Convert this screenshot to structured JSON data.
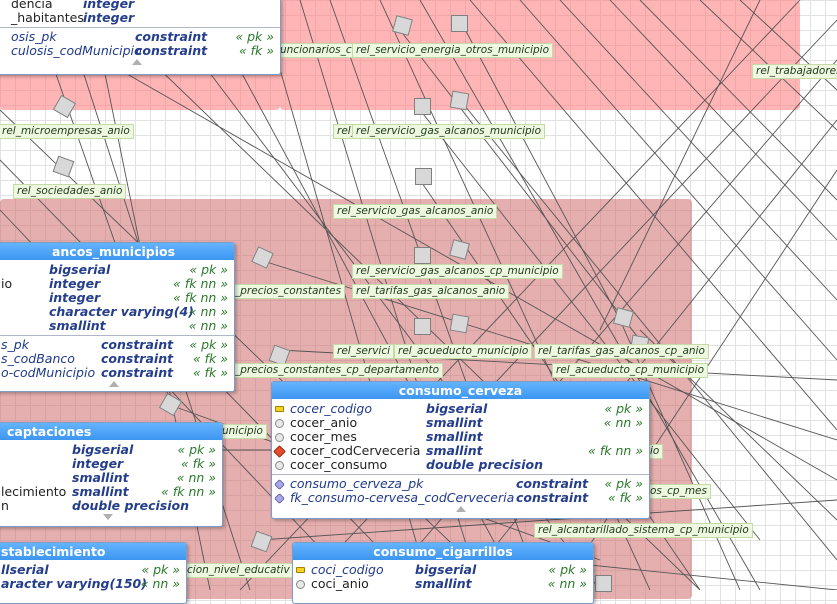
{
  "tables": {
    "t_top": {
      "rows": [
        {
          "name": "dencia",
          "type": "integer",
          "cons": "",
          "icon": "none"
        },
        {
          "name": "_habitantes",
          "type": "integer",
          "cons": "",
          "icon": "none"
        }
      ],
      "cons_rows": [
        {
          "name": "osis_pk",
          "type": "constraint",
          "cons": "« pk »"
        },
        {
          "name": "culosis_codMunicipio",
          "type": "constraint",
          "cons": "« fk »"
        }
      ]
    },
    "bancos_municipios": {
      "title": "ancos_municipios",
      "rows": [
        {
          "name": "",
          "type": "bigserial",
          "cons": "« pk »"
        },
        {
          "name": "io",
          "type": "integer",
          "cons": "« fk nn »"
        },
        {
          "name": "",
          "type": "integer",
          "cons": "« fk nn »"
        },
        {
          "name": "",
          "type": "character varying(4)",
          "cons": "« nn »"
        },
        {
          "name": "",
          "type": "smallint",
          "cons": "« nn »"
        }
      ],
      "cons_rows": [
        {
          "name": "s_pk",
          "type": "constraint",
          "cons": "« pk »"
        },
        {
          "name": "s_codBanco",
          "type": "constraint",
          "cons": "« fk »"
        },
        {
          "name": "o-codMunicipio",
          "type": "constraint",
          "cons": "« fk »"
        }
      ]
    },
    "captaciones": {
      "title": "captaciones",
      "rows": [
        {
          "name": "",
          "type": "bigserial",
          "cons": "« pk »"
        },
        {
          "name": "",
          "type": "integer",
          "cons": "« fk »"
        },
        {
          "name": "",
          "type": "smallint",
          "cons": "« nn »"
        },
        {
          "name": "lecimiento",
          "type": "smallint",
          "cons": "« fk nn »"
        },
        {
          "name": "n",
          "type": "double precision",
          "cons": ""
        }
      ]
    },
    "consumo_cerveza": {
      "title": "consumo_cerveza",
      "rows": [
        {
          "name": "cocer_codigo",
          "type": "bigserial",
          "cons": "« pk »",
          "icon": "pk"
        },
        {
          "name": "cocer_anio",
          "type": "smallint",
          "cons": "« nn »",
          "icon": "none"
        },
        {
          "name": "cocer_mes",
          "type": "smallint",
          "cons": "",
          "icon": "none"
        },
        {
          "name": "cocer_codCerveceria",
          "type": "smallint",
          "cons": "« fk nn »",
          "icon": "fk"
        },
        {
          "name": "cocer_consumo",
          "type": "double precision",
          "cons": "",
          "icon": "none"
        }
      ],
      "cons_rows": [
        {
          "name": "consumo_cerveza_pk",
          "type": "constraint",
          "cons": "« pk »"
        },
        {
          "name": "fk_consumo-cervesa_codCerveceria",
          "type": "constraint",
          "cons": "« fk »"
        }
      ]
    },
    "establecimiento": {
      "title": "stablecimiento",
      "rows": [
        {
          "name": "",
          "type": "llserial",
          "cons": "« pk »"
        },
        {
          "name": "",
          "type": "aracter varying(150)",
          "cons": "« nn »"
        }
      ]
    },
    "consumo_cigarrillos": {
      "title": "consumo_cigarrillos",
      "rows": [
        {
          "name": "coci_codigo",
          "type": "bigserial",
          "cons": "« pk »",
          "icon": "pk"
        },
        {
          "name": "coci_anio",
          "type": "smallint",
          "cons": "« nn »",
          "icon": "none"
        }
      ]
    }
  },
  "relations": [
    "uncionarios_c",
    "rel_servicio_energia_otros_municipio",
    "rel_trabajadores",
    "rel_microempresas_anio",
    "rel_",
    "rel_servicio_gas_alcanos_municipio",
    "rel_sociedades_anio",
    "rel_servicio_gas_alcanos_anio",
    "rel_servicio_gas_alcanos_cp_municipio",
    "_precios_constantes",
    "rel_tarifas_gas_alcanos_anio",
    "rel_servici",
    "rel_acueducto_municipio",
    "rel_tarifas_gas_alcanos_cp_anio",
    "_precios_constantes_cp_departamento",
    "rel_acueducto_cp_municipio",
    "unicipio",
    "io",
    "os_cp_mes",
    "rel_alcantarillado_sistema_cp_municipio",
    "cion_nivel_educativ"
  ]
}
